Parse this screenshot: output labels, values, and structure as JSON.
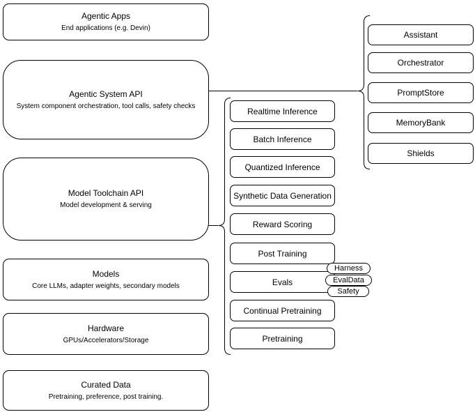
{
  "stack": [
    {
      "title": "Agentic Apps",
      "subtitle": "End applications (e.g. Devin)"
    },
    {
      "title": "Agentic System API",
      "subtitle": "System component orchestration, tool calls, safety checks"
    },
    {
      "title": "Model Toolchain API",
      "subtitle": "Model development & serving"
    },
    {
      "title": "Models",
      "subtitle": "Core LLMs, adapter weights, secondary models"
    },
    {
      "title": "Hardware",
      "subtitle": "GPUs/Accelerators/Storage"
    },
    {
      "title": "Curated Data",
      "subtitle": "Pretraining, preference, post training."
    }
  ],
  "toolchain": [
    "Realtime Inference",
    "Batch Inference",
    "Quantized Inference",
    "Synthetic Data Generation",
    "Reward Scoring",
    "Post Training",
    "Evals",
    "Continual Pretraining",
    "Pretraining"
  ],
  "eval_tags": [
    "Harness",
    "EvalData",
    "Safety"
  ],
  "components": [
    "Assistant",
    "Orchestrator",
    "PromptStore",
    "MemoryBank",
    "Shields"
  ],
  "colors": {
    "stroke": "#000000",
    "fill": "#ffffff",
    "text": "#000000"
  }
}
